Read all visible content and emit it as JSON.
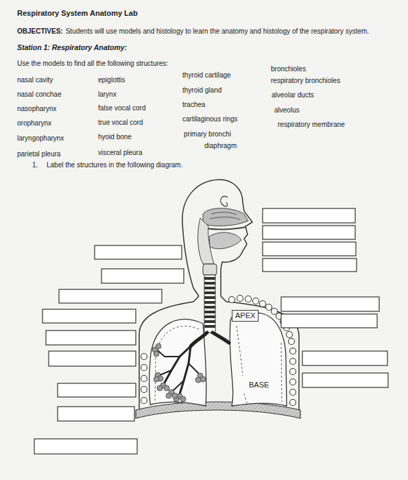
{
  "diagram": {
    "title": "Respiratory System Anatomy Lab",
    "nodes": [
      {
        "text": [
          "APEX"
        ]
      }
    ],
    "labels": [
      "OBJECTIVES:",
      "Students will use models and histology to learn the anatomy and histology of the respiratory system.",
      "Station 1: Respiratory Anatomy:",
      "Use the models to find all the following structures:",
      "nasal cavity",
      "nasal conchae",
      "nasopharynx",
      "oropharynx",
      "laryngopharynx",
      "parietal pleura",
      "epiglottis",
      "larynx",
      "false vocal cord",
      "true vocal cord",
      "hyoid bone",
      "visceral pleura",
      "thyroid cartilage",
      "thyroid gland",
      "trachea",
      "cartilaginous rings",
      "primary bronchi",
      "diaphragm",
      "bronchioles",
      "respiratory bronchioles",
      "alveolar ducts",
      "alveolus",
      "respiratory membrane",
      "1.",
      "Label the structures in the following diagram.",
      "BASE"
    ]
  }
}
